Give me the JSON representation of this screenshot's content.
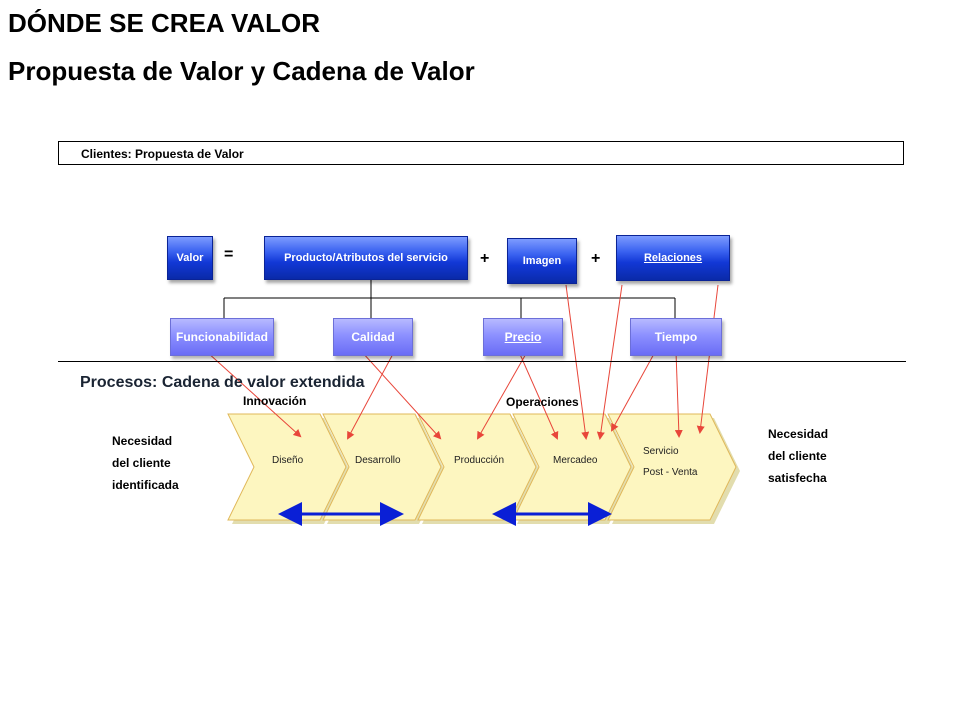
{
  "title": "DÓNDE  SE CREA  VALOR",
  "subtitle": "Propuesta  de Valor y  Cadena de Valor",
  "customers_label": "Clientes:    Propuesta  de Valor",
  "value_equation": {
    "valor": "Valor",
    "equals": "=",
    "producto": "Producto/Atributos  del servicio",
    "plus1": "+",
    "imagen": "Imagen",
    "plus2": "+",
    "relaciones": "Relaciones"
  },
  "attributes": [
    "Funcionabilidad",
    "Calidad",
    "Precio",
    "Tiempo"
  ],
  "processes_label": "Procesos: Cadena de valor extendida",
  "phases": {
    "innovacion": "Innovación",
    "operaciones": "Operaciones"
  },
  "chain": {
    "diseno": "Diseño",
    "desarrollo": "Desarrollo",
    "produccion": "Producción",
    "mercadeo": "Mercadeo",
    "servicio_line1": "Servicio",
    "servicio_line2": "Post  - Venta"
  },
  "left_text": [
    "Necesidad",
    "del cliente",
    "identificada"
  ],
  "right_text": [
    "Necesidad",
    "del cliente",
    "satisfecha"
  ],
  "colors": {
    "box_blue": "#1238d6",
    "box_light": "#8c90ff",
    "arrow_red": "#e8463a",
    "bracket_blue": "#0a1fd6",
    "chevron_fill": "#fdf6c0"
  }
}
